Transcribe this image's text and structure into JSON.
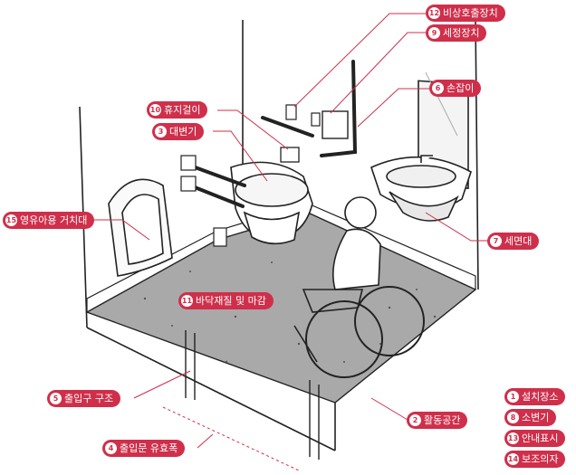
{
  "accent_color": "#cf2f4a",
  "labels": {
    "emergency_call": {
      "num": "12",
      "text": "비상호출장치"
    },
    "washing_device": {
      "num": "9",
      "text": "세정장치"
    },
    "grab_bar": {
      "num": "6",
      "text": "손잡이"
    },
    "paper_holder": {
      "num": "10",
      "text": "휴지걸이"
    },
    "toilet": {
      "num": "3",
      "text": "대변기"
    },
    "baby_changing": {
      "num": "15",
      "text": "영유아용 거치대"
    },
    "washbasin": {
      "num": "7",
      "text": "세면대"
    },
    "floor_finish": {
      "num": "11",
      "text": "바닥재질 및 마감"
    },
    "entrance_structure": {
      "num": "5",
      "text": "출입구 구조"
    },
    "activity_space": {
      "num": "2",
      "text": "활동공간"
    },
    "door_width": {
      "num": "4",
      "text": "출입문 유효폭"
    },
    "install_location": {
      "num": "1",
      "text": "설치장소"
    },
    "urinal": {
      "num": "8",
      "text": "소변기"
    },
    "signage": {
      "num": "13",
      "text": "안내표시"
    },
    "assist_chair": {
      "num": "14",
      "text": "보조의자"
    }
  },
  "icons": {
    "toilet": "toilet-icon",
    "wheelchair": "wheelchair-user-icon",
    "washbasin": "washbasin-icon",
    "mirror": "mirror-icon"
  }
}
